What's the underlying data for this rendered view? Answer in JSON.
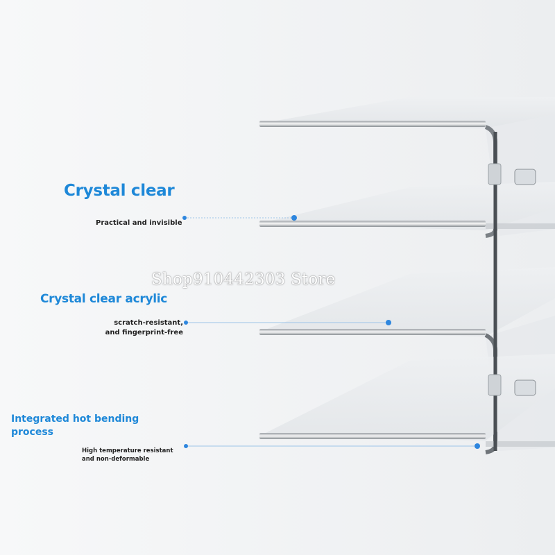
{
  "features": [
    {
      "title": "Crystal clear",
      "subtitle": "Practical and invisible"
    },
    {
      "title": "Crystal clear acrylic",
      "subtitle": "scratch-resistant,\nand fingerprint-free"
    },
    {
      "title": "Integrated hot bending\nprocess",
      "subtitle": "High temperature resistant\nand non-deformable"
    }
  ],
  "watermark": "Shop910442303 Store",
  "colors": {
    "accent": "#1e88d8",
    "dot": "#2e86de",
    "background": "#f3f4f6"
  },
  "product": {
    "kind": "stacked clear acrylic display shelf",
    "tiers": 4
  }
}
